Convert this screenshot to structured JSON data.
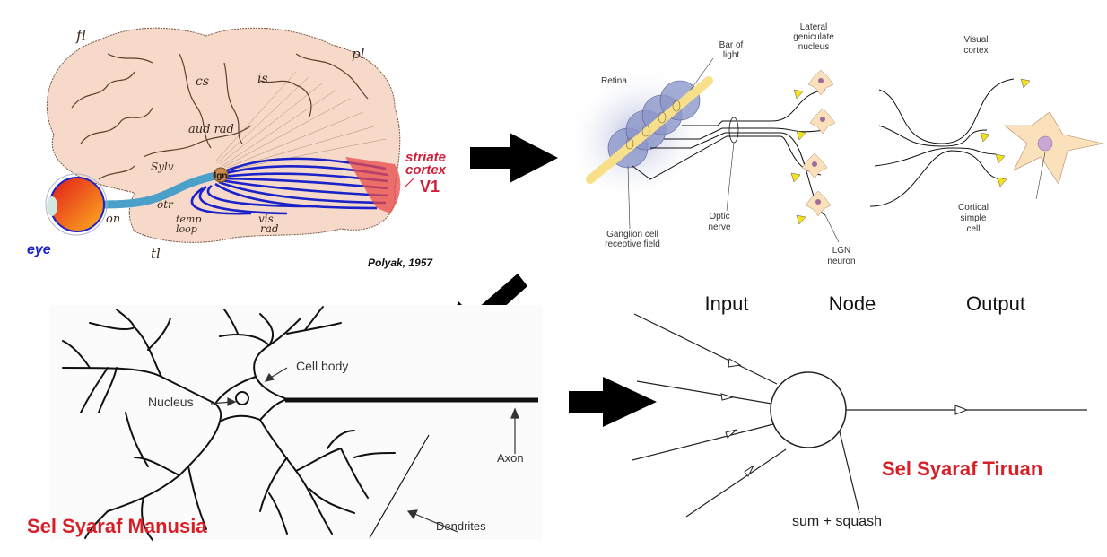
{
  "brain_panel": {
    "labels": {
      "fl": "fl",
      "pl": "pl",
      "cs": "cs",
      "is": "is",
      "aud_rad": "aud rad",
      "sylv": "Sylv",
      "lgn": "lgn",
      "otr": "otr",
      "temp": "temp",
      "loop": "loop",
      "vis": "vis",
      "rad": "rad",
      "on": "on",
      "tl": "tl",
      "eye": "eye",
      "striate": "striate",
      "cortex": "cortex",
      "v1": "V1",
      "credit": "Polyak, 1957"
    },
    "colors": {
      "brain": "#f6d9c8",
      "fibers": "#1a22c8",
      "striate": "#d11f3b",
      "eye_label": "#1a22c8"
    }
  },
  "visual_pathway_panel": {
    "labels": {
      "retina": "Retina",
      "bar_of": "Bar of",
      "light": "light",
      "lateral": "Lateral",
      "geniculate": "geniculate",
      "nucleus": "nucleus",
      "visual": "Visual",
      "cortex": "cortex",
      "ganglion_1": "Ganglion cell",
      "ganglion_2": "receptive field",
      "optic": "Optic",
      "nerve": "nerve",
      "lgn": "LGN",
      "neuron": "neuron",
      "cortical": "Cortical",
      "simple": "simple",
      "cell": "cell"
    },
    "colors": {
      "cell_body": "#fbe0bc",
      "synapse": "#f5e21a",
      "light_bar": "#f8e08a",
      "receptive": "#8c97c9"
    }
  },
  "biological_neuron_panel": {
    "labels": {
      "cell_body": "Cell body",
      "nucleus": "Nucleus",
      "axon": "Axon",
      "dendrites": "Dendrites"
    },
    "title": "Sel Syaraf Manusia"
  },
  "artificial_neuron_panel": {
    "headers": {
      "input": "Input",
      "node": "Node",
      "output": "Output"
    },
    "node_label": "sum + squash",
    "title": "Sel Syaraf Tiruan"
  },
  "flow_arrows": [
    {
      "from": "brain",
      "to": "visual-pathway",
      "direction": "right"
    },
    {
      "from": "visual-pathway",
      "to": "biological-neuron",
      "direction": "down-left"
    },
    {
      "from": "biological-neuron",
      "to": "artificial-neuron",
      "direction": "right"
    }
  ],
  "accent_color": "#d71f27"
}
